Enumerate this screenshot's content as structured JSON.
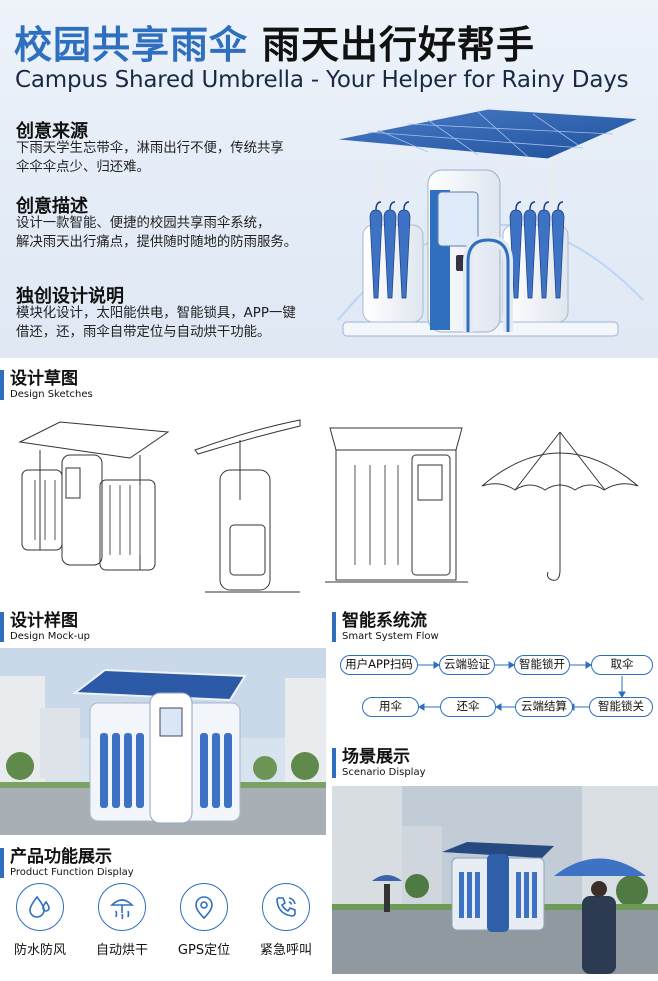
{
  "header": {
    "title_cn_blue": "校园共享雨伞",
    "title_cn_dark": "雨天出行好帮手",
    "subtitle_en": "Campus Shared Umbrella - Your Helper for Rainy Days"
  },
  "intro": [
    {
      "heading": "创意来源",
      "lines": [
        "下雨天学生忘带伞，淋雨出行不便，传统共享",
        "伞伞伞点少、归还难。"
      ]
    },
    {
      "heading": "创意描述",
      "lines": [
        "设计一款智能、便捷的校园共享雨伞系统，",
        "解决雨天出行痛点，提供随时随地的防雨服务。"
      ]
    },
    {
      "heading": "独创设计说明",
      "lines": [
        "模块化设计，太阳能供电，智能锁具，APP一键",
        "借还，还，雨伞自带定位与自动烘干功能。"
      ]
    }
  ],
  "sections": {
    "sketch": {
      "cn": "设计草图",
      "en": "Design Sketches"
    },
    "mockup": {
      "cn": "设计样图",
      "en": "Design Mock-up"
    },
    "flow": {
      "cn": "智能系统流",
      "en": "Smart System Flow"
    },
    "scenario": {
      "cn": "场景展示",
      "en": "Scenario Display"
    },
    "functions": {
      "cn": "产品功能展示",
      "en": "Product Function Display"
    }
  },
  "flow_steps": {
    "row1": [
      "用户APP扫码",
      "云端验证",
      "智能锁开",
      "取伞"
    ],
    "row2": [
      "用伞",
      "还伞",
      "云端结算",
      "智能锁关"
    ]
  },
  "functions": [
    {
      "label": "防水防风",
      "icon": "water-drops-icon"
    },
    {
      "label": "自动烘干",
      "icon": "umbrella-dry-icon"
    },
    {
      "label": "GPS定位",
      "icon": "location-pin-icon"
    },
    {
      "label": "紧急呼叫",
      "icon": "phone-call-icon"
    }
  ],
  "colors": {
    "accent": "#2f6fc0",
    "umbrella": "#3d72c4",
    "hero_bg": "#e4ecf7"
  }
}
